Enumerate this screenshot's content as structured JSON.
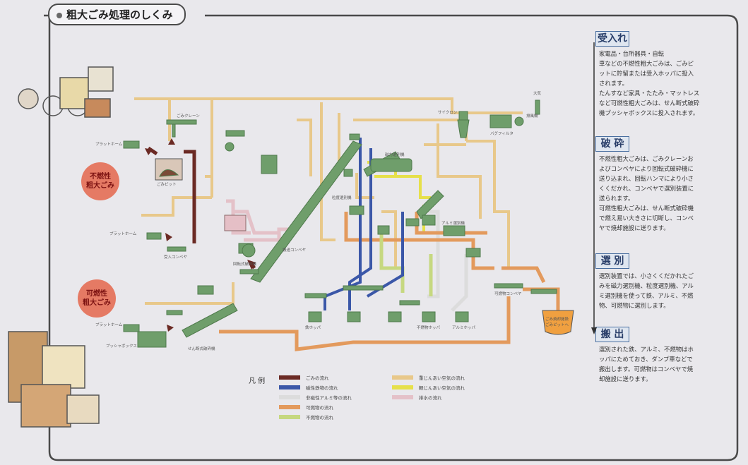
{
  "title": "粗大ごみ処理のしくみ",
  "colors": {
    "background": "#e9e8ec",
    "frame": "#4a4a4a",
    "equipment": "#6f9e6b",
    "garbage": "#6b2a24",
    "magnetic_iron": "#3b57a8",
    "aluminum": "#dcdcdc",
    "combustible": "#e39a5d",
    "incombustible": "#c6d880",
    "heavy_dust": "#e8c88a",
    "light_dust": "#e6e04a",
    "drain": "#e4c1c8",
    "circle_fill": "#e57a64"
  },
  "circles": {
    "incombustible": [
      "不燃性",
      "粗大ごみ"
    ],
    "combustible": [
      "可燃性",
      "粗大ごみ"
    ]
  },
  "steps": [
    {
      "heading": "受入れ",
      "lines": [
        "家電品・台所器具・自転",
        "車などの不燃性粗大ごみは、ごみピ",
        "ットに貯留または受入ホッパに投入",
        "されます。",
        "たんすなど家具・たたみ・マットレス",
        "など可燃性粗大ごみは、せん断式破砕",
        "機プッシャボックスに投入されます。"
      ]
    },
    {
      "heading": "破 砕",
      "lines": [
        "不燃性粗大ごみは、ごみクレーンお",
        "よびコンベヤにより回転式破砕機に",
        "送り込まれ、回転ハンマにより小さ",
        "くくだかれ、コンベヤで選別装置に",
        "送られます。",
        "可燃性粗大ごみは、せん断式破砕機",
        "で燃え易い大きさに切断し、コンベ",
        "ヤで焼却施設に送ります。"
      ]
    },
    {
      "heading": "選 別",
      "lines": [
        "選別装置では、小さくくだかれたご",
        "みを磁力選別機、粒度選別機、アル",
        "ミ選別機を使って鉄、アルミ、不燃",
        "物、可燃物に選別します。"
      ]
    },
    {
      "heading": "搬 出",
      "lines": [
        "選別された鉄、アルミ、不燃物はホ",
        "ッパにためておき、ダンプ車などで",
        "搬出します。可燃物はコンベヤで焼",
        "却施設に送ります。"
      ]
    }
  ],
  "legend": {
    "title": "凡 例",
    "items": [
      {
        "label": "ごみの流れ",
        "color": "#6b2a24"
      },
      {
        "label": "磁性鉄物の流れ",
        "color": "#3b57a8"
      },
      {
        "label": "非磁性アルミ等の流れ",
        "color": "#dcdcdc"
      },
      {
        "label": "可燃物の流れ",
        "color": "#e39a5d"
      },
      {
        "label": "不燃物の流れ",
        "color": "#c6d880"
      },
      {
        "label": "重じんあい空気の流れ",
        "color": "#e8c88a"
      },
      {
        "label": "軽じんあい空気の流れ",
        "color": "#e6e04a"
      },
      {
        "label": "排水の流れ",
        "color": "#e4c1c8"
      }
    ]
  },
  "labels": {
    "ごみクレーン": "ごみクレーン",
    "ごみピット": "ごみピット",
    "プラットホーム": "プラットホーム",
    "受入コンベヤ": "受入コンベヤ",
    "回転式破砕機": "回転式破砕機",
    "搬送コンベヤ": "搬送コンベヤ",
    "磁力選別機": "磁力選別機",
    "粒度選別機": "粒度選別機",
    "アルミ選別機": "アルミ選別機",
    "サイクロン": "サイクロン",
    "バグフィルタ": "バグフィルタ",
    "排風機": "排風機",
    "大気": "大気",
    "鉄ホッパ": "鉄ホッパ",
    "アルミホッパ": "アルミホッパ",
    "不燃物ホッパ": "不燃物ホッパ",
    "可燃物コンベヤ": "可燃物コンベヤ",
    "せん断式破砕機": "せん断式破砕機",
    "プッシャボックス": "プッシャボックス",
    "ごみ焼却施設ごみピットへ": "ごみ焼却施設ごみピットへ"
  }
}
